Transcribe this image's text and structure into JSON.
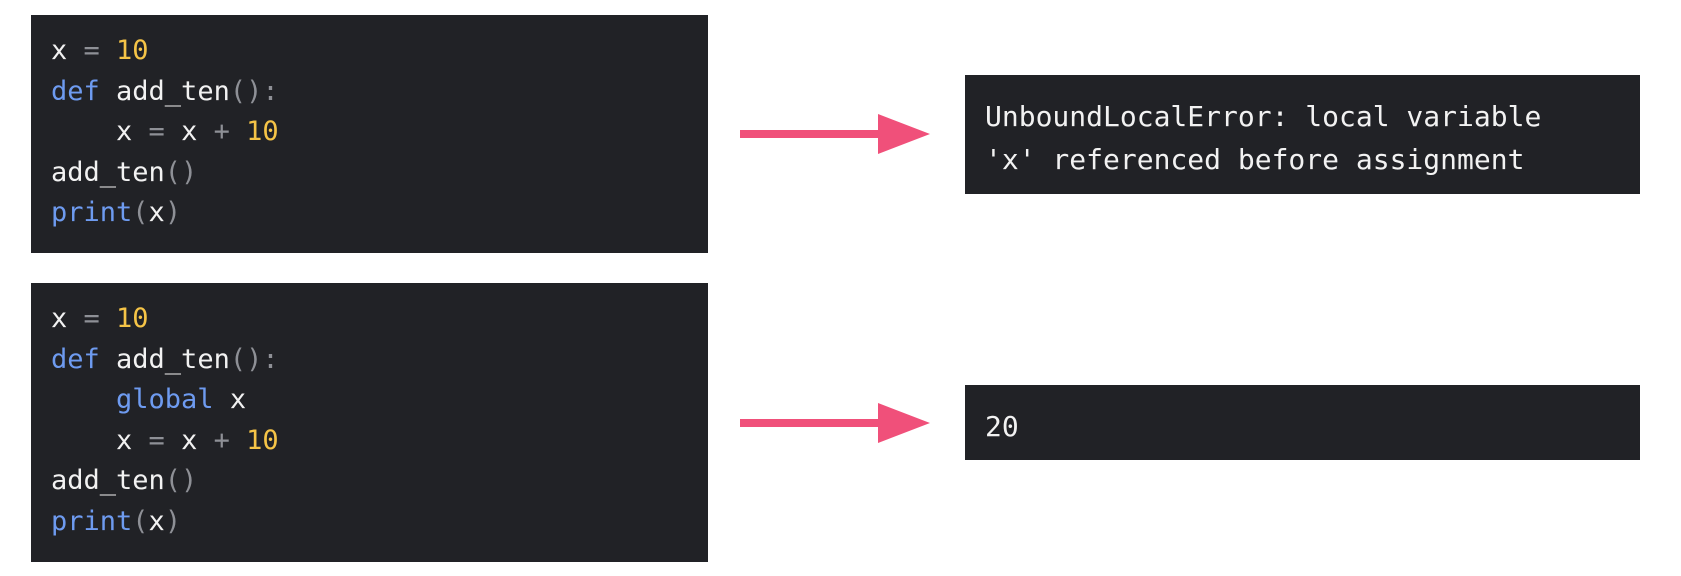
{
  "colors": {
    "code_background": "#212226",
    "keyword": "#6e9bf0",
    "number": "#f5c447",
    "operator": "#8e9096",
    "text": "#f2f2f2",
    "arrow": "#f0507a"
  },
  "examples": [
    {
      "code_lines": [
        [
          {
            "t": "x",
            "k": "txt"
          },
          {
            "t": " = ",
            "k": "op"
          },
          {
            "t": "10",
            "k": "num"
          }
        ],
        [
          {
            "t": "def",
            "k": "kw"
          },
          {
            "t": " add_ten",
            "k": "txt"
          },
          {
            "t": "():",
            "k": "op"
          }
        ],
        [
          {
            "t": "    x",
            "k": "txt"
          },
          {
            "t": " = ",
            "k": "op"
          },
          {
            "t": "x",
            "k": "txt"
          },
          {
            "t": " + ",
            "k": "op"
          },
          {
            "t": "10",
            "k": "num"
          }
        ],
        [
          {
            "t": "add_ten",
            "k": "txt"
          },
          {
            "t": "()",
            "k": "op"
          }
        ],
        [
          {
            "t": "print",
            "k": "kw"
          },
          {
            "t": "(",
            "k": "op"
          },
          {
            "t": "x",
            "k": "txt"
          },
          {
            "t": ")",
            "k": "op"
          }
        ]
      ],
      "output_lines": [
        "UnboundLocalError: local variable",
        "'x' referenced before assignment"
      ]
    },
    {
      "code_lines": [
        [
          {
            "t": "x",
            "k": "txt"
          },
          {
            "t": " = ",
            "k": "op"
          },
          {
            "t": "10",
            "k": "num"
          }
        ],
        [
          {
            "t": "def",
            "k": "kw"
          },
          {
            "t": " add_ten",
            "k": "txt"
          },
          {
            "t": "():",
            "k": "op"
          }
        ],
        [
          {
            "t": "    ",
            "k": "txt"
          },
          {
            "t": "global",
            "k": "kw"
          },
          {
            "t": " x",
            "k": "txt"
          }
        ],
        [
          {
            "t": "    x",
            "k": "txt"
          },
          {
            "t": " = ",
            "k": "op"
          },
          {
            "t": "x",
            "k": "txt"
          },
          {
            "t": " + ",
            "k": "op"
          },
          {
            "t": "10",
            "k": "num"
          }
        ],
        [
          {
            "t": "add_ten",
            "k": "txt"
          },
          {
            "t": "()",
            "k": "op"
          }
        ],
        [
          {
            "t": "print",
            "k": "kw"
          },
          {
            "t": "(",
            "k": "op"
          },
          {
            "t": "x",
            "k": "txt"
          },
          {
            "t": ")",
            "k": "op"
          }
        ]
      ],
      "output_lines": [
        "20"
      ]
    }
  ]
}
